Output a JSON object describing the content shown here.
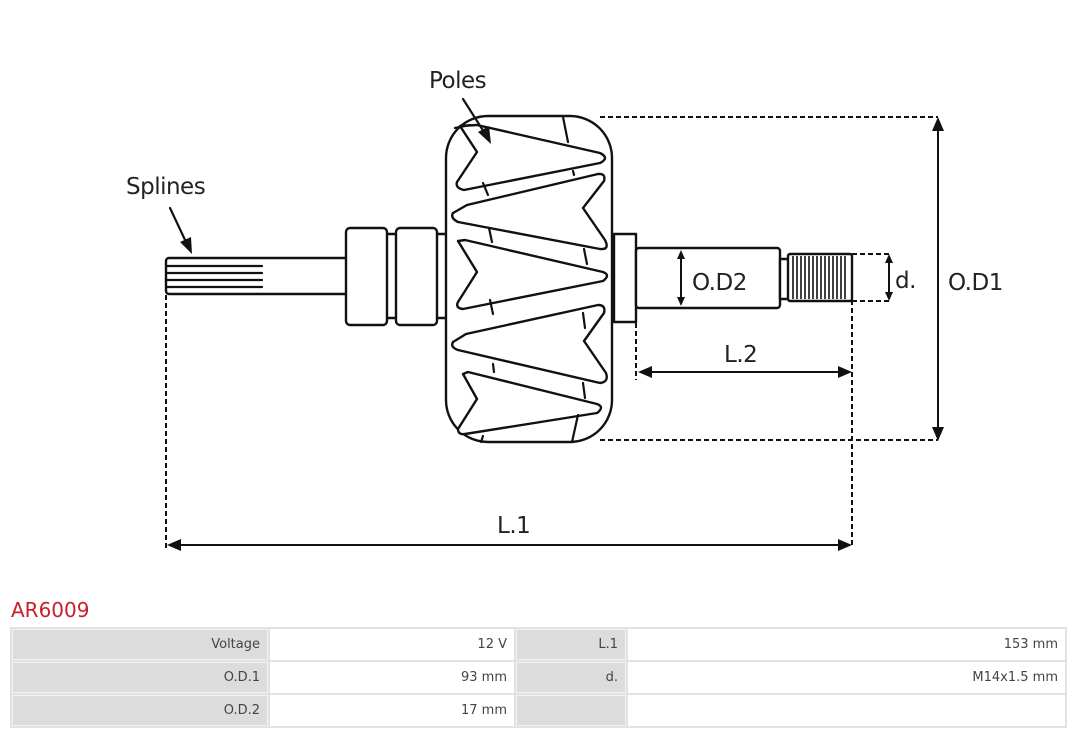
{
  "diagram": {
    "labels": {
      "poles": "Poles",
      "splines": "Splines",
      "od2": "O.D2",
      "d": "d.",
      "od1": "O.D1",
      "l2": "L.2",
      "l1": "L.1"
    }
  },
  "product": {
    "code": "AR6009",
    "code_color": "#c8202b"
  },
  "specs": {
    "rows": [
      {
        "label1": "Voltage",
        "value1": "12 V",
        "label2": "L.1",
        "value2": "153 mm"
      },
      {
        "label1": "O.D.1",
        "value1": "93 mm",
        "label2": "d.",
        "value2": "M14x1.5 mm"
      },
      {
        "label1": "O.D.2",
        "value1": "17 mm",
        "label2": "",
        "value2": ""
      }
    ]
  }
}
